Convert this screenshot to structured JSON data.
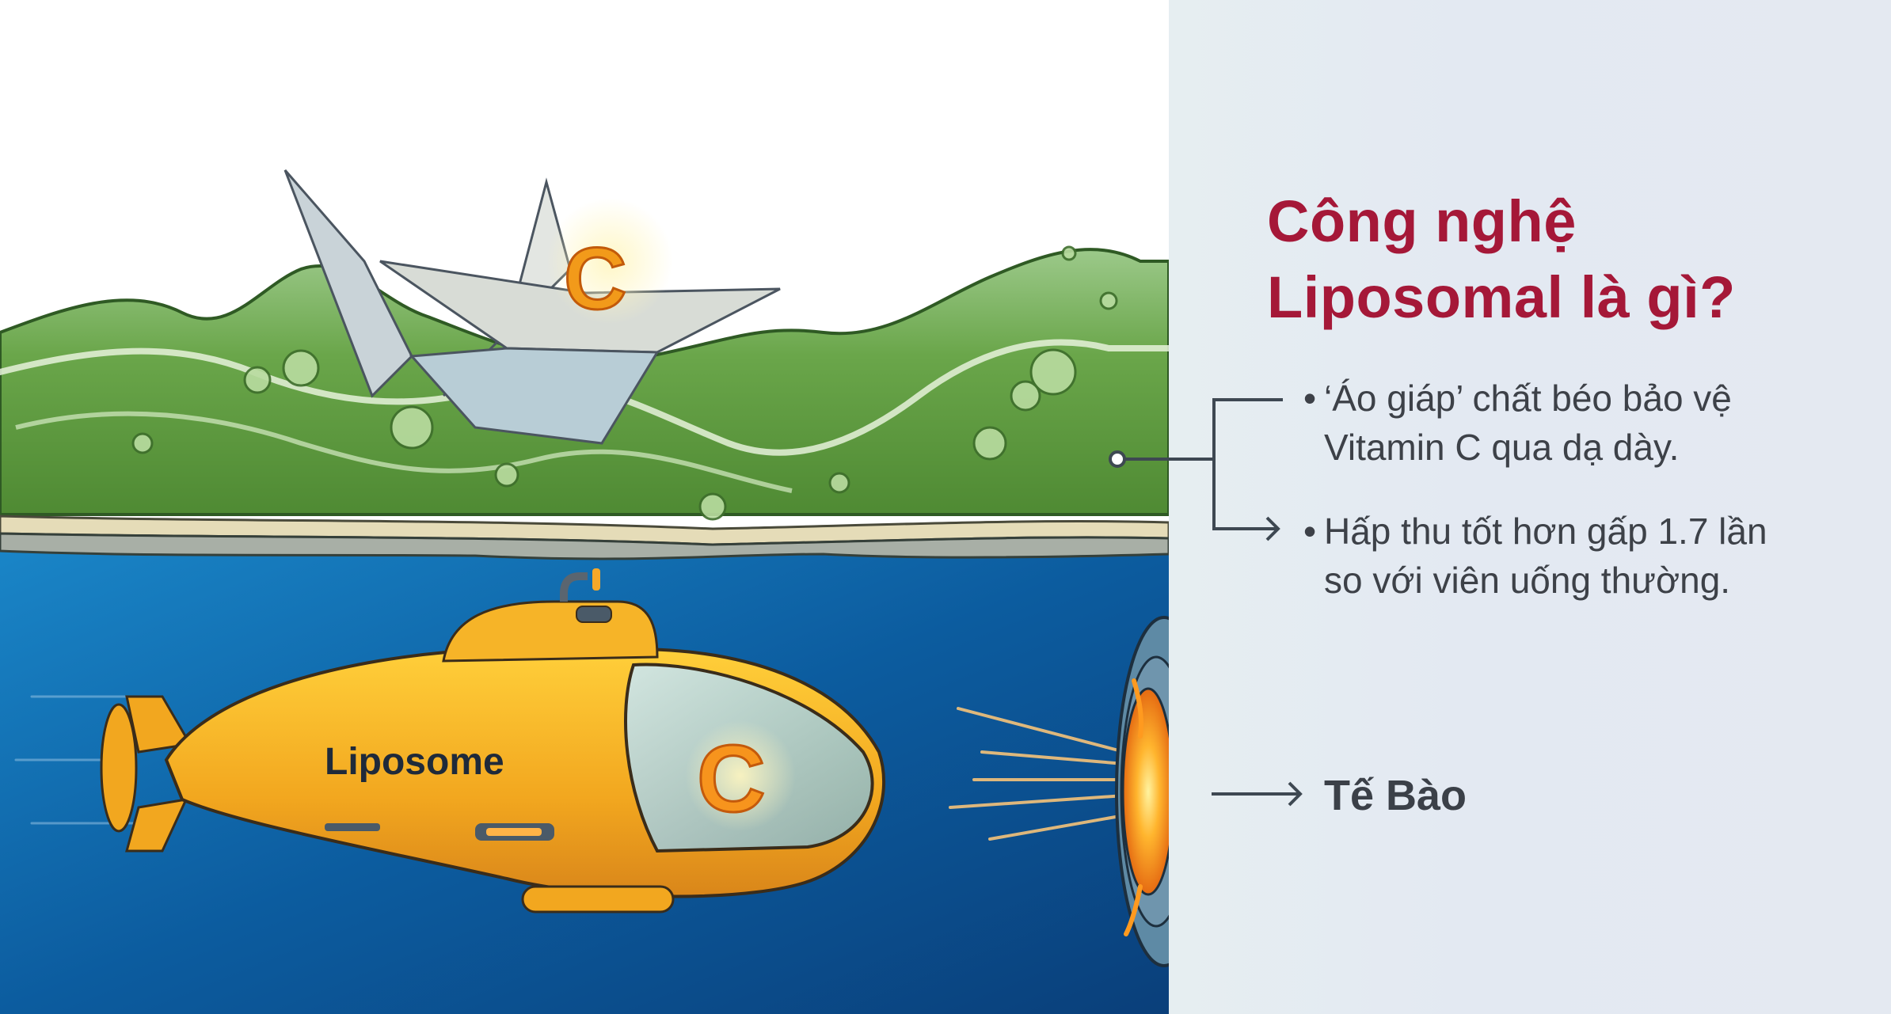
{
  "header": {
    "title_line1": "Công nghệ",
    "title_line2": "Liposomal là gì?"
  },
  "bullets": [
    {
      "marker": "•",
      "line1": "‘Áo giáp’ chất béo bảo vệ",
      "line2": "Vitamin C qua dạ dày."
    },
    {
      "marker": "•",
      "line1": "Hấp thu tốt hơn gấp 1.7 lần",
      "line2": "so với viên uống thường."
    }
  ],
  "illustration": {
    "submarine_label": "Liposome",
    "submarine_cargo_letter": "C",
    "boat_cargo_letter": "C",
    "cell_label": "Tế Bào"
  },
  "colors": {
    "title": "#a51838",
    "body_text": "#3d4148",
    "panel_bg": "#e4eaf1",
    "ocean": "#0d5a9c",
    "wave_green": "#5e9a3e",
    "submarine_yellow": "#f2a71f",
    "glow_orange": "#ff9a1f"
  }
}
